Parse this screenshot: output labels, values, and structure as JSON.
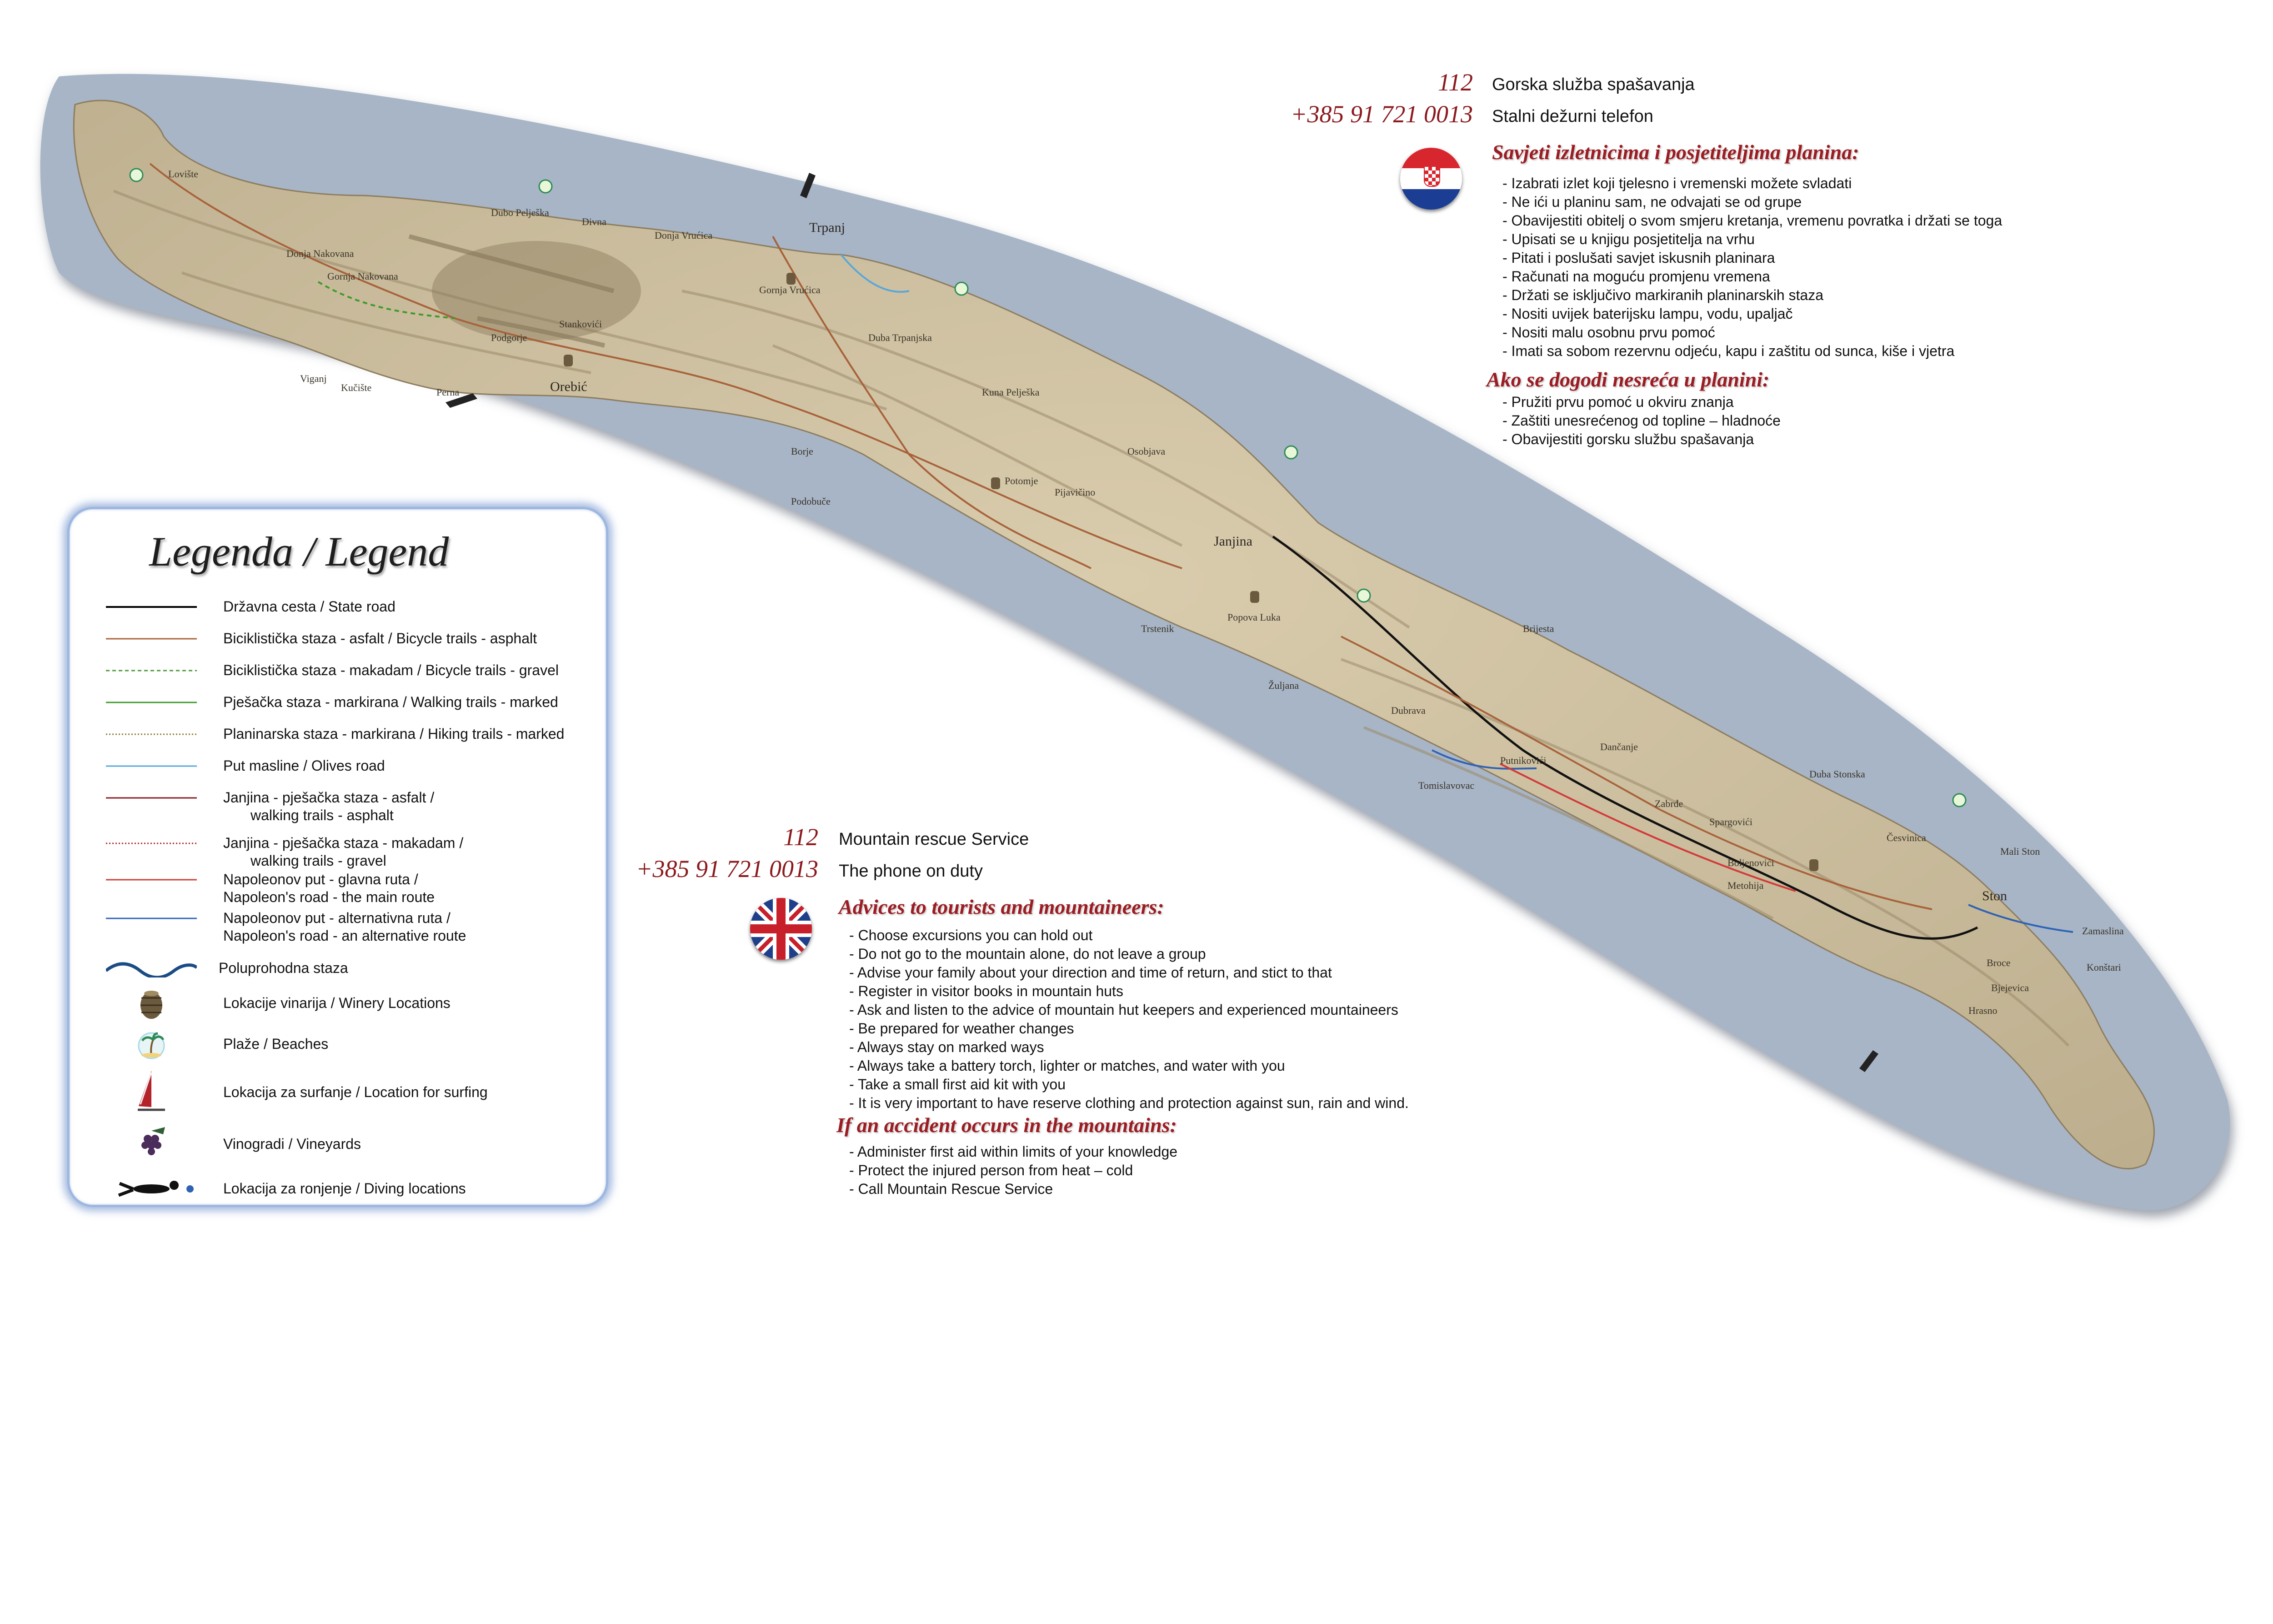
{
  "map": {
    "colors": {
      "sea": "#a7b5c6",
      "land": "#cdbf9f",
      "ridge": "#8e7d5f",
      "road": "#111111",
      "bike": "#a8623a"
    },
    "places": [
      {
        "name": "Lovište"
      },
      {
        "name": "Donja Nakovana"
      },
      {
        "name": "Gornja Nakovana"
      },
      {
        "name": "Dubo Pelješka"
      },
      {
        "name": "Divna"
      },
      {
        "name": "Podgorje"
      },
      {
        "name": "Stankovići"
      },
      {
        "name": "Viganj"
      },
      {
        "name": "Kučište"
      },
      {
        "name": "Perna"
      },
      {
        "name": "Orebić"
      },
      {
        "name": "Donja Vrućica"
      },
      {
        "name": "Trpanj"
      },
      {
        "name": "Gornja Vrućica"
      },
      {
        "name": "Duba Trpanjska"
      },
      {
        "name": "Kuna Pelješka"
      },
      {
        "name": "Potomje"
      },
      {
        "name": "Pijavičino"
      },
      {
        "name": "Borje"
      },
      {
        "name": "Podobuče"
      },
      {
        "name": "Osobjava"
      },
      {
        "name": "Janjina"
      },
      {
        "name": "Popova Luka"
      },
      {
        "name": "Trstenik"
      },
      {
        "name": "Žuljana"
      },
      {
        "name": "Dubrava"
      },
      {
        "name": "Putnikovići"
      },
      {
        "name": "Tomislavovac"
      },
      {
        "name": "Dančanje"
      },
      {
        "name": "Brijesta"
      },
      {
        "name": "Zabrđe"
      },
      {
        "name": "Spargovići"
      },
      {
        "name": "Boljenovići"
      },
      {
        "name": "Metohija"
      },
      {
        "name": "Duba Stonska"
      },
      {
        "name": "Česvinica"
      },
      {
        "name": "Ston"
      },
      {
        "name": "Mali Ston"
      },
      {
        "name": "Zamaslina"
      },
      {
        "name": "Broce"
      },
      {
        "name": "Konštari"
      },
      {
        "name": "Hrasno"
      },
      {
        "name": "Bjejevica"
      }
    ]
  },
  "croatian": {
    "emergency_number": "112",
    "emergency_label": "Gorska služba spašavanja",
    "phone_number": "+385 91 721 0013",
    "phone_label": "Stalni dežurni telefon",
    "advice_heading": "Savjeti izletnicima i posjetiteljima planina:",
    "advice_items": [
      "- Izabrati izlet koji tjelesno i vremenski možete svladati",
      "- Ne ići u planinu sam, ne odvajati se od grupe",
      "- Obavijestiti obitelj o svom smjeru kretanja, vremenu povratka i držati se toga",
      "- Upisati se u knjigu posjetitelja na vrhu",
      "- Pitati i poslušati savjet iskusnih planinara",
      "- Računati na moguću promjenu vremena",
      "- Držati se isključivo markiranih planinarskih staza",
      "- Nositi uvijek baterijsku lampu, vodu, upaljač",
      "- Nositi malu osobnu prvu pomoć",
      "- Imati sa sobom rezervnu odjeću, kapu i zaštitu od sunca, kiše i vjetra"
    ],
    "accident_heading": "Ako se dogodi nesreća u planini:",
    "accident_items": [
      "- Pružiti prvu pomoć u okviru znanja",
      "- Zaštiti unesrećenog od topline – hladnoće",
      "- Obavijestiti gorsku službu spašavanja"
    ]
  },
  "english": {
    "emergency_number": "112",
    "emergency_label": "Mountain rescue Service",
    "phone_number": "+385 91 721 0013",
    "phone_label": "The phone on duty",
    "advice_heading": "Advices to tourists and mountaineers:",
    "advice_items": [
      "- Choose excursions you can hold out",
      "- Do not go to the mountain alone, do not leave a group",
      "- Advise your family about your direction and time of return, and stict to that",
      "- Register in visitor books in mountain huts",
      "- Ask and listen to the advice of mountain hut keepers and experienced mountaineers",
      "- Be prepared for weather changes",
      "- Always stay on marked ways",
      "- Always take a battery torch, lighter or matches, and water with you",
      "- Take a small first aid kit with you",
      "- It is very important to have reserve clothing and protection against sun, rain and wind."
    ],
    "accident_heading": "If an accident occurs in the mountains:",
    "accident_items": [
      "- Administer first aid within limits of your knowledge",
      "- Protect the injured person from heat – cold",
      "- Call Mountain Rescue Service"
    ]
  },
  "legend": {
    "title": "Legenda / Legend",
    "items": [
      {
        "line1": "Državna cesta / State road",
        "line2": "",
        "symbol": "line-solid",
        "color": "#000000"
      },
      {
        "line1": "Biciklistička staza - asfalt / Bicycle trails - asphalt",
        "line2": "",
        "symbol": "line-solid",
        "color": "#a8623a"
      },
      {
        "line1": "Biciklistička staza - makadam / Bicycle trails - gravel",
        "line2": "",
        "symbol": "line-dashed",
        "color": "#4e9a3a"
      },
      {
        "line1": "Pješačka staza - markirana / Walking trails - marked",
        "line2": "",
        "symbol": "line-solid",
        "color": "#3d9a2b"
      },
      {
        "line1": "Planinarska staza - markirana / Hiking trails - marked",
        "line2": "",
        "symbol": "line-dotted",
        "color": "#8a7a3a"
      },
      {
        "line1": "Put masline / Olives road",
        "line2": "",
        "symbol": "line-solid",
        "color": "#5aa7d8"
      },
      {
        "line1": "Janjina - pješačka staza - asfalt /",
        "line2": "walking trails - asphalt",
        "symbol": "line-solid",
        "color": "#8a1e22"
      },
      {
        "line1": "Janjina - pješačka staza - makadam /",
        "line2": "walking trails - gravel",
        "symbol": "line-dotted",
        "color": "#b0282c"
      },
      {
        "line1": "Napoleonov put - glavna ruta /",
        "line2": "Napoleon's road - the main route",
        "symbol": "line-solid",
        "color": "#d23a3a"
      },
      {
        "line1": "Napoleonov put - alternativna ruta /",
        "line2": "Napoleon's road - an alternative route",
        "symbol": "line-solid",
        "color": "#2f62b5"
      },
      {
        "line1": "Poluprohodna staza",
        "line2": "",
        "symbol": "wave",
        "color": "#1b4c86"
      },
      {
        "line1": "Lokacije vinarija / Winery Locations",
        "line2": "",
        "symbol": "barrel-icon",
        "color": "#6b5a3e"
      },
      {
        "line1": "Plaže / Beaches",
        "line2": "",
        "symbol": "palm-icon",
        "color": "#2e8b57"
      },
      {
        "line1": "Lokacija za surfanje / Location for surfing",
        "line2": "",
        "symbol": "windsurf-icon",
        "color": "#b5232a"
      },
      {
        "line1": "Vinogradi / Vineyards",
        "line2": "",
        "symbol": "grapes-icon",
        "color": "#2f5f35"
      },
      {
        "line1": "Lokacija za ronjenje / Diving locations",
        "line2": "",
        "symbol": "diver-icon",
        "color": "#000000"
      }
    ]
  }
}
